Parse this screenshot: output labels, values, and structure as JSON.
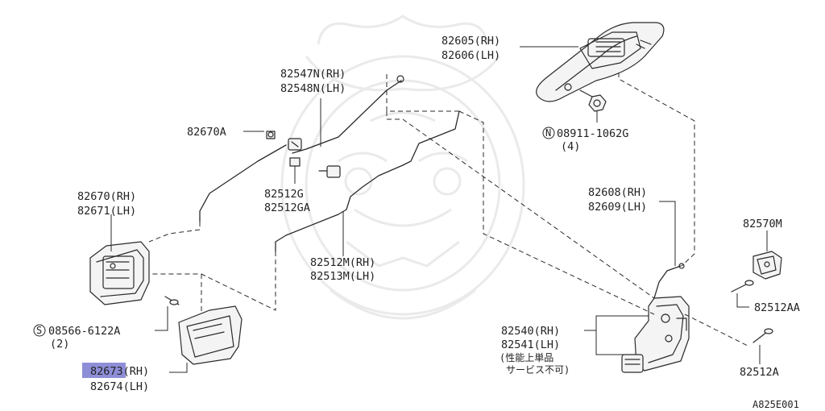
{
  "labels": {
    "handle_outer_rh": "82605(RH)",
    "handle_outer_lh": "82606(LH)",
    "nut_code": "08911-1062G",
    "nut_qty": "(4)",
    "rod_n_rh": "82547N(RH)",
    "rod_n_lh": "82548N(LH)",
    "clip_82670a": "82670A",
    "clip_g": "82512G",
    "clip_ga": "82512GA",
    "inner_handle_rh": "82670(RH)",
    "inner_handle_lh": "82671(LH)",
    "rod_m_rh": "82512M(RH)",
    "rod_m_lh": "82513M(LH)",
    "screw_code": "08566-6122A",
    "screw_qty": "(2)",
    "escutcheon_rh_prefix": "8267",
    "escutcheon_rh_suffix": "3(RH)",
    "escutcheon_lh": "82674(LH)",
    "rod_lock_rh": "82608(RH)",
    "rod_lock_lh": "82609(LH)",
    "striker_cover": "82570M",
    "screw_aa": "82512AA",
    "lock_rh": "82540(RH)",
    "lock_lh": "82541(LH)",
    "lock_note1": "(性能上単品",
    "lock_note2": "サービス不可)",
    "screw_a": "82512A",
    "circle_n": "N",
    "circle_s": "S",
    "figure_code": "A825E001"
  }
}
